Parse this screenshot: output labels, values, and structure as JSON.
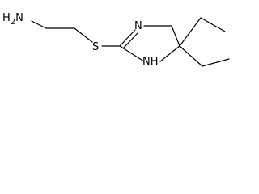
{
  "structure": {
    "atoms": {
      "amine": "H2N",
      "sulfur": "S",
      "ring_nitrogen": "N",
      "ring_nh": "NH"
    },
    "colors": {
      "bond": "#000000",
      "text": "#000000",
      "background": "#ffffff"
    }
  }
}
